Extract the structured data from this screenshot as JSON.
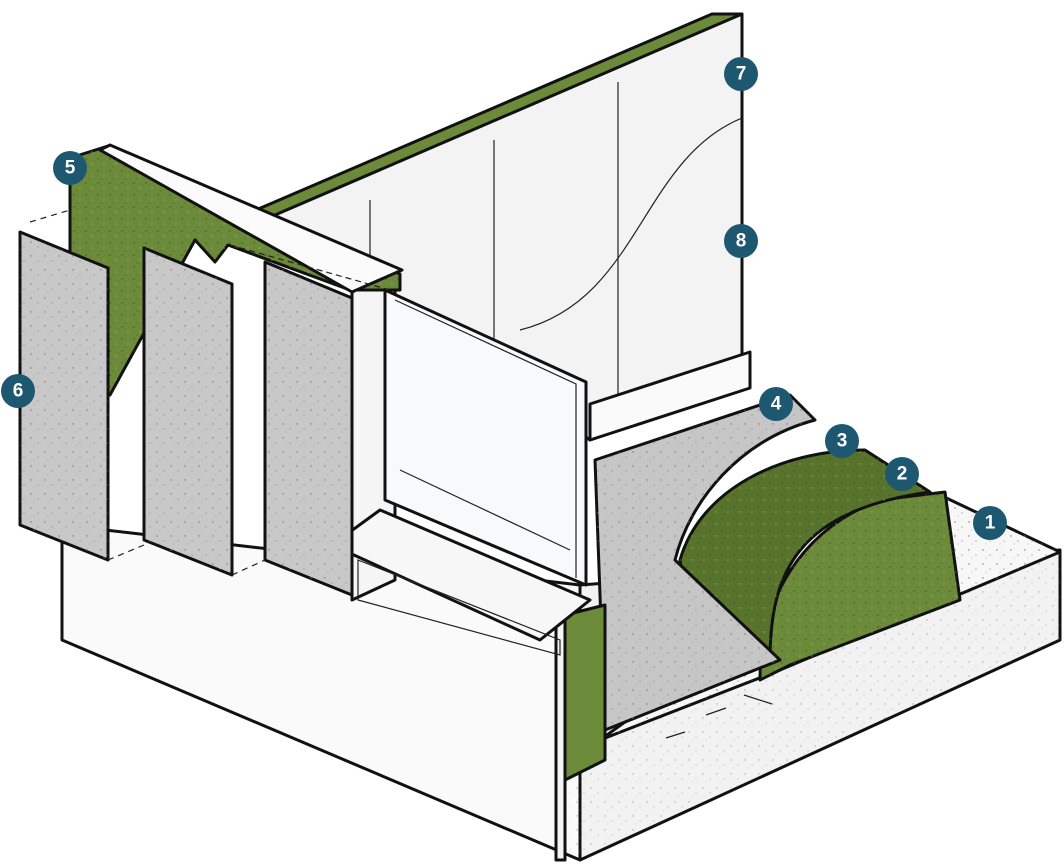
{
  "colors": {
    "badge": "#1d5870",
    "insulation_green": "#6b8a3a",
    "insulation_green_dark": "#58742c",
    "board_gray": "#c9c9c9",
    "screed_gray": "#c4c4c4",
    "wall_white": "#f4f4f4",
    "outline": "#111111"
  },
  "callouts": [
    {
      "id": "1",
      "label": "1"
    },
    {
      "id": "2",
      "label": "2"
    },
    {
      "id": "3",
      "label": "3"
    },
    {
      "id": "4",
      "label": "4"
    },
    {
      "id": "5",
      "label": "5"
    },
    {
      "id": "6",
      "label": "6"
    },
    {
      "id": "7",
      "label": "7"
    },
    {
      "id": "8",
      "label": "8"
    }
  ]
}
